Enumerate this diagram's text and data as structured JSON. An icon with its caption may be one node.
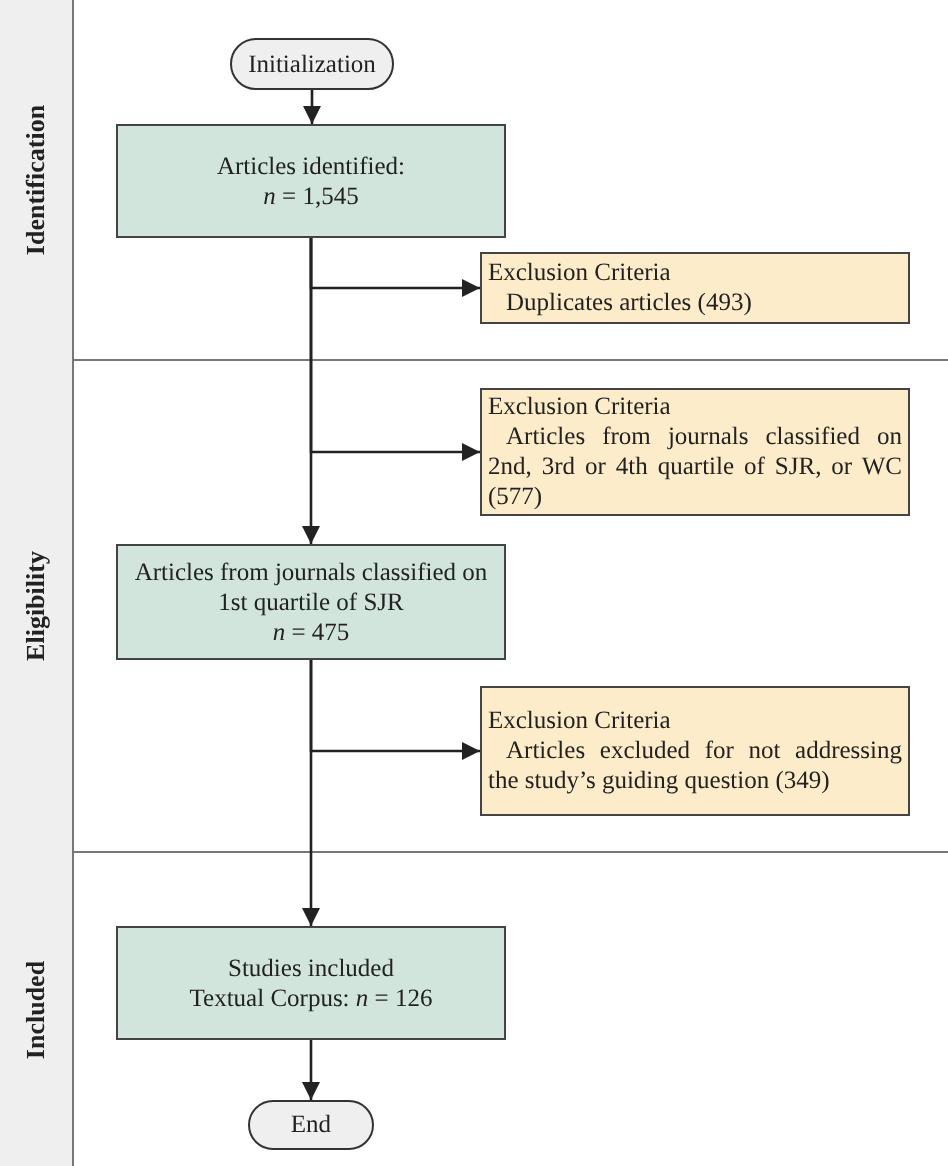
{
  "diagram": {
    "nodes": [
      {
        "text": [
          "Identification"
        ]
      },
      {
        "text": [
          "Eligibility"
        ]
      },
      {
        "text": [
          "Included"
        ]
      },
      {
        "text": [
          "Initialization"
        ]
      },
      {
        "text": [
          "Articles identified:",
          "*n* = 1,545"
        ]
      },
      {
        "text": [
          "Exclusion Criteria",
          "Duplicates articles (493)"
        ]
      },
      {
        "text": [
          "Exclusion Criteria",
          "Articles from journals classified on 2nd, 3rd or 4th quartile of SJR, or WC (577)"
        ]
      },
      {
        "text": [
          "Articles from journals classified on 1st quartile of SJR",
          "*n* = 475"
        ]
      },
      {
        "text": [
          "Exclusion Criteria",
          "Articles excluded for not addressing the study’s guiding question (349)"
        ]
      },
      {
        "text": [
          "Studies included",
          "Textual Corpus: *n* = 126"
        ]
      },
      {
        "text": [
          "End"
        ]
      }
    ],
    "edges": [
      {
        "from": 3,
        "to": 4,
        "arrow": "to"
      },
      {
        "from": 4,
        "to": 5,
        "arrow": "to"
      },
      {
        "from": 4,
        "to": 6,
        "arrow": "to"
      },
      {
        "from": 4,
        "to": 7,
        "arrow": "to"
      },
      {
        "from": 7,
        "to": 8,
        "arrow": "to"
      },
      {
        "from": 7,
        "to": 9,
        "arrow": "to"
      },
      {
        "from": 9,
        "to": 10,
        "arrow": "to"
      }
    ]
  }
}
